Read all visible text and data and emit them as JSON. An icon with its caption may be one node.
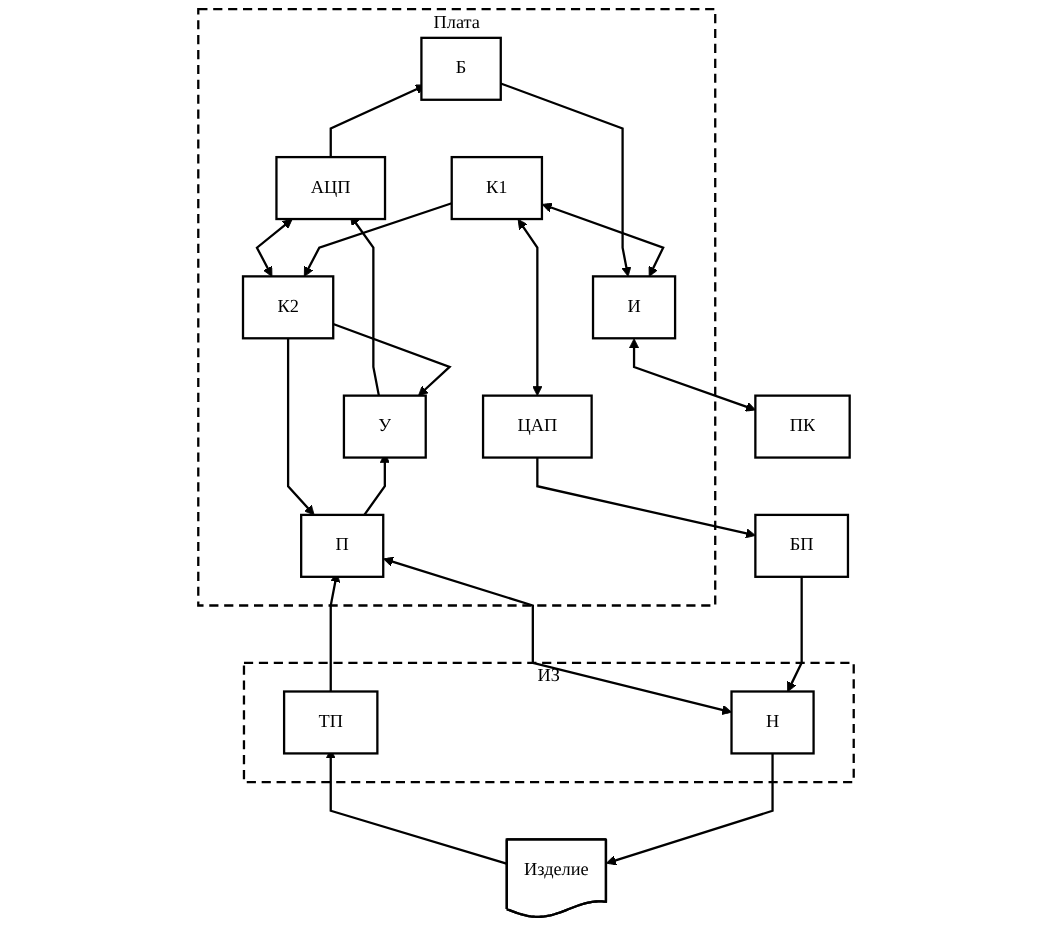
{
  "diagram": {
    "nodes": [
      {
        "text": [
          "Плата"
        ]
      },
      {
        "text": [
          "Б"
        ],
        "in": 0
      },
      {
        "text": [
          "АЦП"
        ],
        "in": 0
      },
      {
        "text": [
          "К2"
        ],
        "in": 0
      },
      {
        "text": [
          "К1"
        ],
        "in": 0
      },
      {
        "text": [
          "У"
        ],
        "in": 0
      },
      {
        "text": [
          "И"
        ],
        "in": 0
      },
      {
        "text": [
          "П"
        ],
        "in": 0
      },
      {
        "text": [
          "ЦАП"
        ],
        "in": 0
      },
      {
        "text": [
          "ПК"
        ]
      },
      {
        "text": [
          "БП"
        ]
      },
      {
        "text": [
          "ИЗ"
        ]
      },
      {
        "text": [
          "ТП"
        ],
        "in": 11
      },
      {
        "text": [
          "Н"
        ],
        "in": 11
      },
      {
        "text": [
          "Изделие"
        ]
      }
    ],
    "edges": [
      {
        "from": 1,
        "to": 6,
        "arrow": "to"
      },
      {
        "from": 2,
        "to": 1,
        "arrow": "to"
      },
      {
        "from": 2,
        "to": 3,
        "arrow": "both"
      },
      {
        "from": 4,
        "to": 6,
        "arrow": "both"
      },
      {
        "from": 6,
        "to": 9,
        "arrow": "both"
      },
      {
        "from": 5,
        "to": 2,
        "arrow": "to"
      },
      {
        "from": 3,
        "to": 5,
        "arrow": "to"
      },
      {
        "from": 4,
        "to": 3,
        "arrow": "to"
      },
      {
        "from": 4,
        "to": 8,
        "arrow": "both"
      },
      {
        "from": 3,
        "to": 7,
        "arrow": "to"
      },
      {
        "from": 7,
        "to": 5,
        "arrow": "to"
      },
      {
        "from": 12,
        "to": 7,
        "arrow": "to"
      },
      {
        "from": 7,
        "to": 13,
        "arrow": "both"
      },
      {
        "from": 8,
        "to": 10,
        "arrow": "to"
      },
      {
        "from": 10,
        "to": 13,
        "arrow": "to"
      },
      {
        "from": 14,
        "to": 12,
        "arrow": "to"
      },
      {
        "from": 13,
        "to": 14,
        "arrow": "to"
      }
    ]
  }
}
